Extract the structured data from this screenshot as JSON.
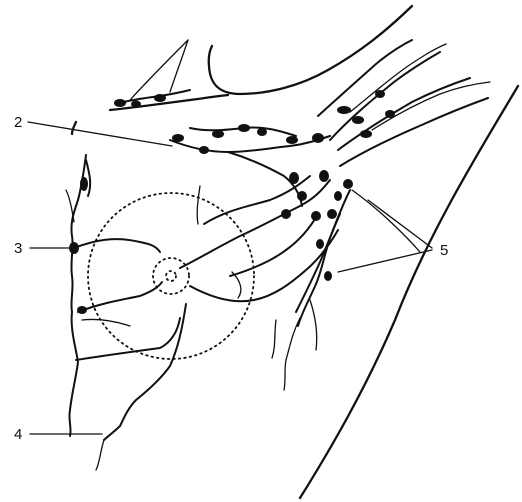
{
  "labels": {
    "l2": "2",
    "l3": "3",
    "l4": "4",
    "l5": "5"
  },
  "colors": {
    "ink": "#111111",
    "background": "#ffffff"
  }
}
